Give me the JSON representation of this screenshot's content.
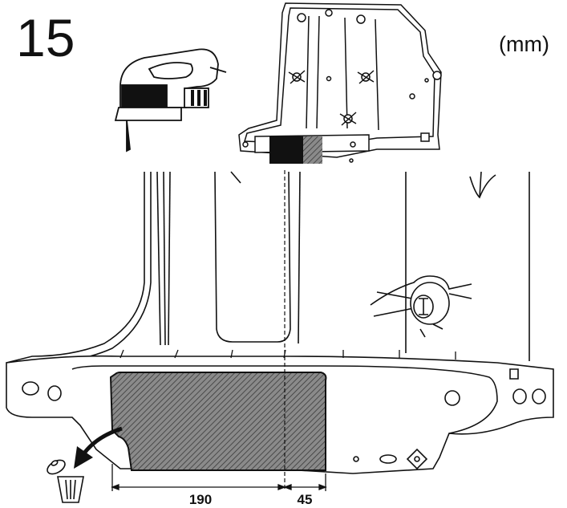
{
  "step": {
    "number": "15"
  },
  "units": {
    "label": "(mm)"
  },
  "dimensions": [
    {
      "value": "190"
    },
    {
      "value": "45"
    }
  ],
  "colors": {
    "line": "#111111",
    "hatch_fill": "#8a8a8a",
    "background": "#ffffff"
  },
  "icons": [
    "jigsaw-tool-icon",
    "trash-can-icon",
    "discard-arrow-icon"
  ]
}
